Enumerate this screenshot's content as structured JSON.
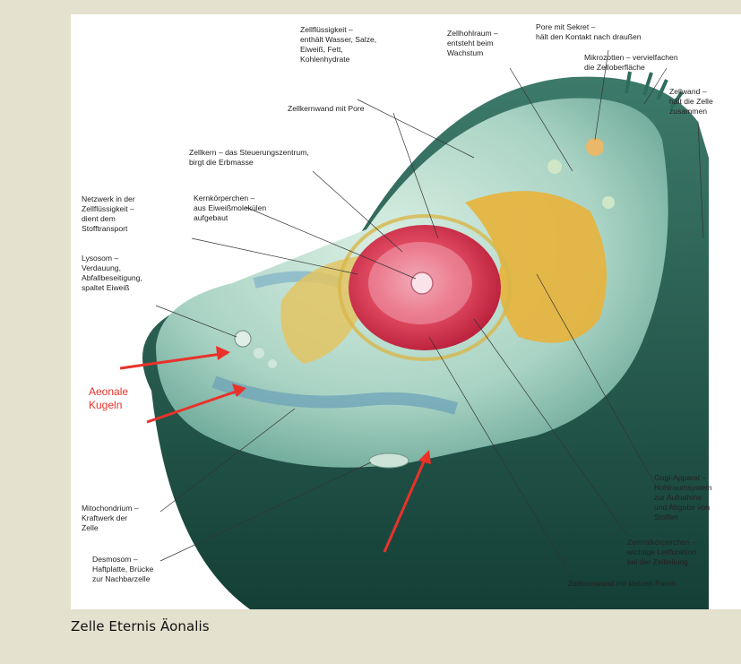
{
  "caption": "Zelle Eternis Äonalis",
  "labels": {
    "zellfluessigkeit": "Zellflüssigkeit –\nenthält Wasser, Salze,\nEiweiß, Fett,\nKohlenhydrate",
    "zellhohlraum": "Zellhohlraum –\nentsteht beim\nWachstum",
    "pore_sekret": "Pore mit Sekret –\nhält den Kontakt nach draußen",
    "mikrozotten": "Mikrozotten – vervielfachen\ndie Zelloberfläche",
    "zellwand": "Zellwand –\nhält die Zelle\nzusammen",
    "zellkernwand_pore": "Zellkernwand mit Pore",
    "zellkern": "Zellkern – das Steuerungszentrum,\nbirgt die Erbmasse",
    "netzwerk": "Netzwerk in der\nZellflüssigkeit –\ndient dem\nStofftransport",
    "kernkoerperchen": "Kernkörperchen –\naus Eiweißmolekülen\naufgebaut",
    "lysosom": "Lysosom –\nVerdauung,\nAbfallbeseitigung,\nspaltet Eiweiß",
    "aeonale": "Aeonale\nKugeln",
    "mitochondrium": "Mitochondrium –\nKraftwerk der\nZelle",
    "desmosom": "Desmosom –\nHaftplatte, Brücke\nzur Nachbarzelle",
    "golgi": "Gogi-Apparat –\nHohlraumsystem\nzur Aufnahme\nund Abgabe von\nStoffen",
    "zentralkoerperchen": "Zentralkörperchen –\nwichtige Leitfunktion\nbei der Zellteilung",
    "zellkernwand_poren": "Zellkernwand mit kleinen Poren"
  },
  "colors": {
    "background": "#e4e1ce",
    "arrow": "#e8322a",
    "cytoplasm": "#b9dccd",
    "cell_wall": "#1f5a4d",
    "nucleus": "#e0304a",
    "golgi": "#e8b23a"
  }
}
